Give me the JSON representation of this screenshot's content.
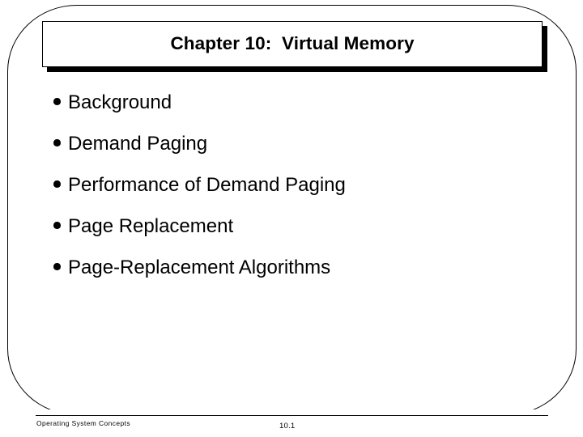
{
  "slide": {
    "title": "Chapter 10:  Virtual Memory",
    "bullets": [
      {
        "label": "Background"
      },
      {
        "label": "Demand Paging"
      },
      {
        "label": "Performance of Demand Paging"
      },
      {
        "label": "Page Replacement"
      },
      {
        "label": "Page-Replacement Algorithms"
      }
    ],
    "footer": {
      "source": "Operating System Concepts",
      "page_number": "10.1"
    },
    "colors": {
      "background": "#ffffff",
      "foreground": "#000000",
      "title_box_fill": "#ffffff",
      "title_box_shadow": "#000000"
    }
  }
}
